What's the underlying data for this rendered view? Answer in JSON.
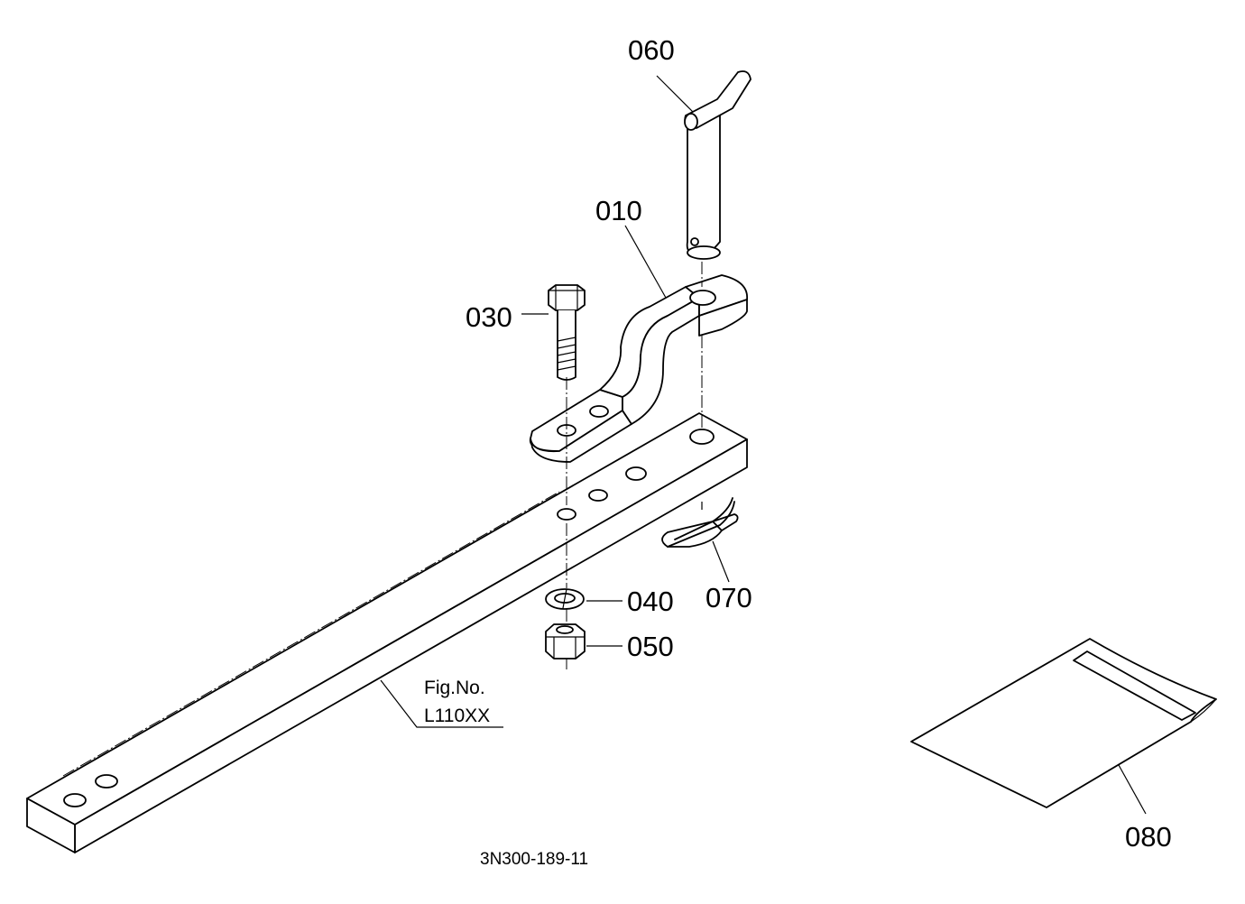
{
  "parts": [
    {
      "id": "p010",
      "number": "010"
    },
    {
      "id": "p030",
      "number": "030"
    },
    {
      "id": "p040",
      "number": "040"
    },
    {
      "id": "p050",
      "number": "050"
    },
    {
      "id": "p060",
      "number": "060"
    },
    {
      "id": "p070",
      "number": "070"
    },
    {
      "id": "p080",
      "number": "080"
    }
  ],
  "figure_ref": {
    "line1": "Fig.No.",
    "line2": "L110XX"
  },
  "diagram_code": "3N300-189-11"
}
